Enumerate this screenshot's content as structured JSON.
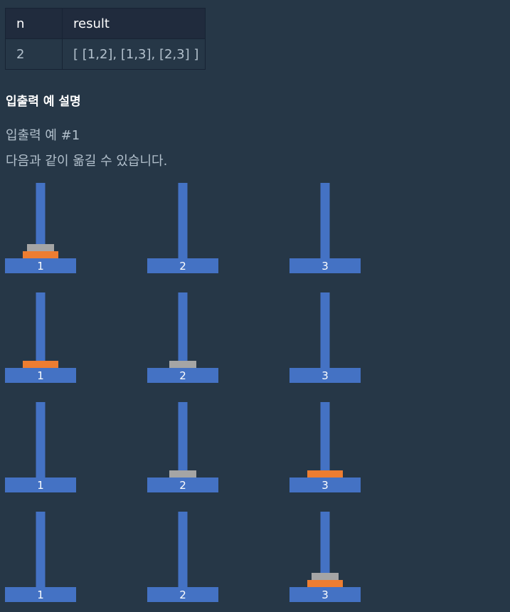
{
  "table": {
    "headers": [
      "n",
      "result"
    ],
    "rows": [
      [
        "2",
        "[ [1,2], [1,3], [2,3] ]"
      ]
    ]
  },
  "section_heading": "입출력 예 설명",
  "example": {
    "title": "입출력 예 #1",
    "description": "다음과 같이 옮길 수 있습니다."
  },
  "colors": {
    "background": "#263747",
    "table_header_bg": "#202B3D",
    "table_border": "#172334",
    "peg": "#4472C4",
    "disk_small": "#A5A5A5",
    "disk_large": "#ED7D31",
    "text": "#B2C0CC",
    "heading": "#FFFFFF"
  },
  "hanoi": {
    "peg_labels": [
      "1",
      "2",
      "3"
    ],
    "disks": [
      {
        "id": "small",
        "color_key": "disk_small"
      },
      {
        "id": "large",
        "color_key": "disk_large"
      }
    ],
    "states": [
      [
        [
          "large",
          "small"
        ],
        [],
        []
      ],
      [
        [
          "large"
        ],
        [
          "small"
        ],
        []
      ],
      [
        [],
        [
          "small"
        ],
        [
          "large"
        ]
      ],
      [
        [],
        [],
        [
          "large",
          "small"
        ]
      ]
    ]
  }
}
